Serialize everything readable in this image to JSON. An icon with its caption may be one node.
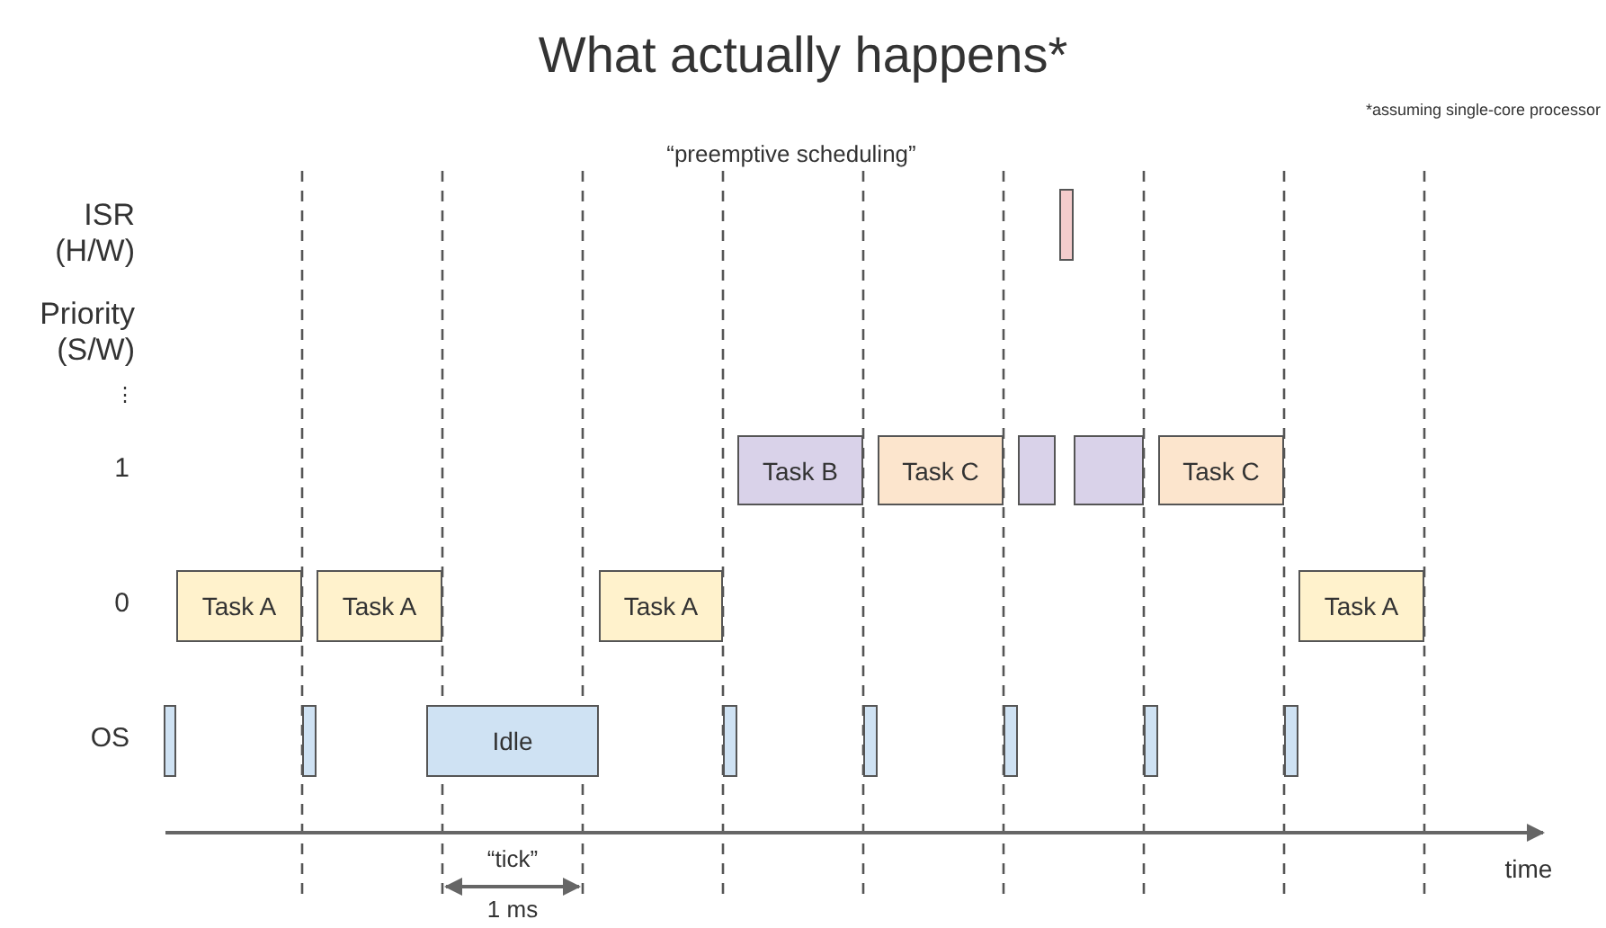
{
  "diagram": {
    "title": "What actually happens*",
    "nodes": [
      {
        "text": [],
        "shape": "bar"
      },
      {
        "text": [
          "Task B"
        ]
      },
      {
        "text": [
          "Task C"
        ]
      },
      {
        "text": [],
        "shape": "bar"
      },
      {
        "text": [],
        "shape": "bar"
      },
      {
        "text": [
          "Task C"
        ]
      },
      {
        "text": [
          "Task A"
        ]
      },
      {
        "text": [
          "Task A"
        ]
      },
      {
        "text": [
          "Task A"
        ]
      },
      {
        "text": [
          "Task A"
        ]
      },
      {
        "text": [],
        "shape": "bar"
      },
      {
        "text": [],
        "shape": "bar"
      },
      {
        "text": [
          "Idle"
        ]
      },
      {
        "text": [],
        "shape": "bar"
      },
      {
        "text": [],
        "shape": "bar"
      },
      {
        "text": [],
        "shape": "bar"
      },
      {
        "text": [],
        "shape": "bar"
      },
      {
        "text": [],
        "shape": "bar"
      }
    ],
    "edges": [],
    "labels": [
      "*assuming single-core processor",
      "“preemptive scheduling”",
      "ISR (H/W)",
      "Priority (S/W)",
      "⋮",
      "1",
      "0",
      "OS",
      "“tick”",
      "1 ms",
      "time"
    ]
  }
}
